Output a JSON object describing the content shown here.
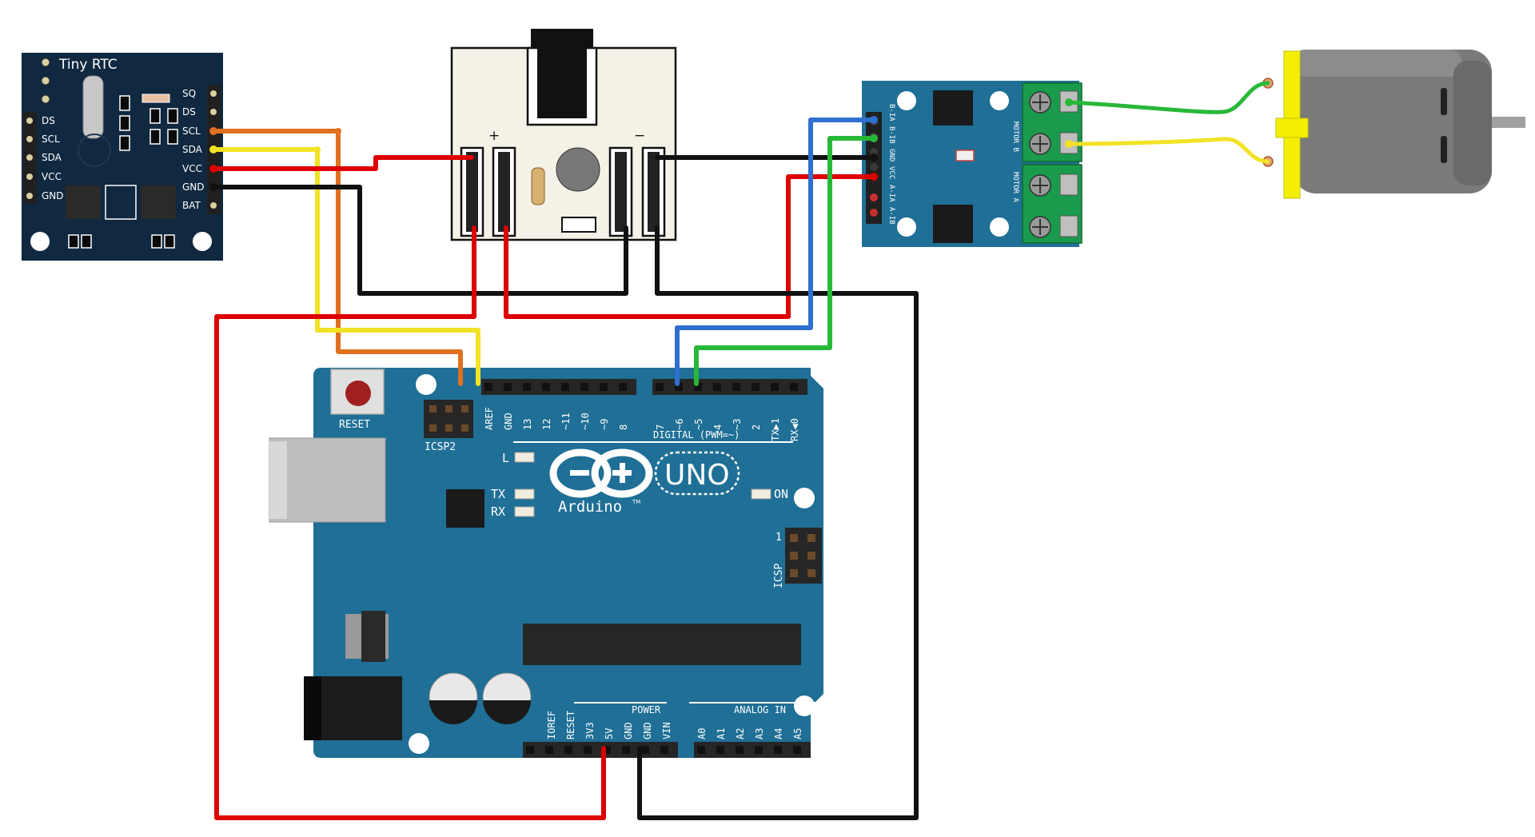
{
  "rtc": {
    "title": "Tiny RTC",
    "left_pins": [
      "DS",
      "SCL",
      "SDA",
      "VCC",
      "GND"
    ],
    "right_pins": [
      "SQ",
      "DS",
      "SCL",
      "SDA",
      "VCC",
      "GND",
      "BAT"
    ]
  },
  "power_module": {
    "plus": "+",
    "minus": "−"
  },
  "driver": {
    "pins": [
      "B-IA",
      "B-IB",
      "GND",
      "VCC",
      "A-IA",
      "A-IB"
    ],
    "motor_b": "MOTOR B",
    "motor_a": "MOTOR A"
  },
  "arduino": {
    "reset": "RESET",
    "icsp2": "ICSP2",
    "icsp": "ICSP",
    "icsp_one": "1",
    "digital_pins": [
      "AREF",
      "GND",
      "13",
      "12",
      "~11",
      "~10",
      "~9",
      "8",
      "7",
      "~6",
      "~5",
      "4",
      "~3",
      "2",
      "TX▶1",
      "RX◀0"
    ],
    "digital_label": "DIGITAL (PWM=~)",
    "led_l": "L",
    "led_tx": "TX",
    "led_rx": "RX",
    "led_on": "ON",
    "logo_brand": "Arduino",
    "logo_tm": "TM",
    "logo_model": "UNO",
    "power_label": "POWER",
    "analog_label": "ANALOG IN",
    "power_pins": [
      "IOREF",
      "RESET",
      "3V3",
      "5V",
      "GND",
      "GND",
      "VIN"
    ],
    "analog_pins": [
      "A0",
      "A1",
      "A2",
      "A3",
      "A4",
      "A5"
    ]
  },
  "colors": {
    "board_blue": "#1f6f96",
    "rtc_board": "#102840",
    "driver_board": "#1f6f96",
    "terminal_green": "#1a9a4c",
    "wire_red": "#dd0000",
    "wire_black": "#111111",
    "wire_orange": "#e07020",
    "wire_yellow": "#f2e224",
    "wire_blue": "#2e6fd0",
    "wire_green": "#28b838",
    "motor_yellow": "#f4ee00"
  }
}
